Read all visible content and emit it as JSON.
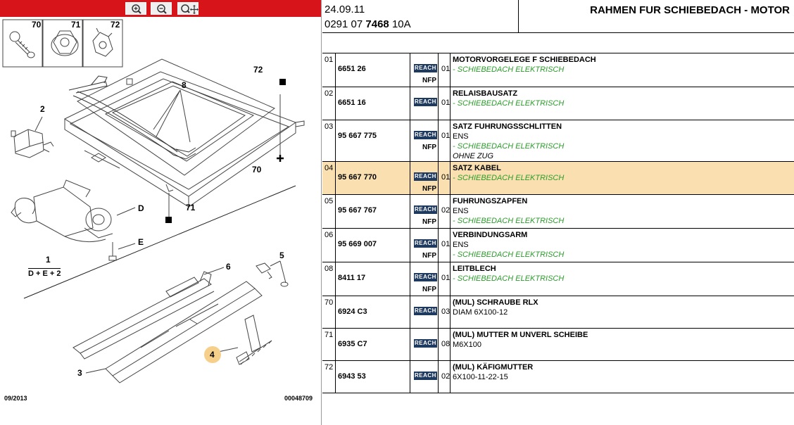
{
  "toolbar": {
    "zoom_in_label": "Zoom in",
    "zoom_out_label": "Zoom out",
    "zoom_fit_label": "Pan / fit"
  },
  "diagram": {
    "fasteners": [
      {
        "ref": "70",
        "icon": "screw-icon"
      },
      {
        "ref": "71",
        "icon": "flange-nut-icon"
      },
      {
        "ref": "72",
        "icon": "cage-nut-icon"
      }
    ],
    "callouts": {
      "c72": "72",
      "c8": "8",
      "c2": "2",
      "c70": "70",
      "c71": "71",
      "cD": "D",
      "cE": "E",
      "c1": "1",
      "c1sub": "D + E + 2",
      "c5": "5",
      "c6": "6",
      "c3": "3",
      "c4": "4"
    },
    "footer_date": "09/2013",
    "footer_code": "00048709",
    "highlight_color": "#f6d08a"
  },
  "header": {
    "date": "24.09.11",
    "ref_prefix": "0291 07",
    "ref_bold": "7468",
    "ref_suffix": "10A",
    "title": "RAHMEN FUR SCHIEBEDACH - MOTOR"
  },
  "rows": [
    {
      "idx": "01",
      "part": "6651 26",
      "reach": "REACH",
      "qty": "01",
      "nfp": "NFP",
      "title": "MOTORVORGELEGE F SCHIEBEDACH",
      "lines": [
        {
          "t": "g",
          "v": "- SCHIEBEDACH ELEKTRISCH"
        }
      ],
      "height": 48,
      "highlight": false
    },
    {
      "idx": "02",
      "part": "6651 16",
      "reach": "REACH",
      "qty": "01",
      "nfp": "",
      "title": "RELAISBAUSATZ",
      "lines": [
        {
          "t": "g",
          "v": "- SCHIEBEDACH ELEKTRISCH"
        }
      ],
      "height": 47,
      "highlight": false
    },
    {
      "idx": "03",
      "part": "95 667 775",
      "reach": "REACH",
      "qty": "01",
      "nfp": "NFP",
      "title": "SATZ FUHRUNGSSCHLITTEN",
      "lines": [
        {
          "t": "n",
          "v": "ENS"
        },
        {
          "t": "g",
          "v": "- SCHIEBEDACH ELEKTRISCH"
        },
        {
          "t": "i",
          "v": "OHNE ZUG"
        }
      ],
      "height": 59,
      "highlight": false
    },
    {
      "idx": "04",
      "part": "95 667 770",
      "reach": "REACH",
      "qty": "01",
      "nfp": "NFP",
      "title": "SATZ KABEL",
      "lines": [
        {
          "t": "g",
          "v": "- SCHIEBEDACH ELEKTRISCH"
        }
      ],
      "height": 47,
      "highlight": true
    },
    {
      "idx": "05",
      "part": "95 667 767",
      "reach": "REACH",
      "qty": "02",
      "nfp": "NFP",
      "title": "FUHRUNGSZAPFEN",
      "lines": [
        {
          "t": "n",
          "v": "ENS"
        },
        {
          "t": "g",
          "v": "- SCHIEBEDACH ELEKTRISCH"
        }
      ],
      "height": 48,
      "highlight": false
    },
    {
      "idx": "06",
      "part": "95 669 007",
      "reach": "REACH",
      "qty": "01",
      "nfp": "NFP",
      "title": "VERBINDUNGSARM",
      "lines": [
        {
          "t": "n",
          "v": "ENS"
        },
        {
          "t": "g",
          "v": "- SCHIEBEDACH ELEKTRISCH"
        }
      ],
      "height": 48,
      "highlight": false
    },
    {
      "idx": "08",
      "part": "8411 17",
      "reach": "REACH",
      "qty": "01",
      "nfp": "NFP",
      "title": "LEITBLECH",
      "lines": [
        {
          "t": "g",
          "v": "- SCHIEBEDACH ELEKTRISCH"
        }
      ],
      "height": 48,
      "highlight": false
    },
    {
      "idx": "70",
      "part": "6924 C3",
      "reach": "REACH",
      "qty": "03",
      "nfp": "",
      "title": "(MUL) SCHRAUBE RLX",
      "lines": [
        {
          "t": "n",
          "v": "DIAM 6X100-12"
        }
      ],
      "height": 46,
      "highlight": false
    },
    {
      "idx": "71",
      "part": "6935 C7",
      "reach": "REACH",
      "qty": "08",
      "nfp": "",
      "title": "(MUL) MUTTER M UNVERL SCHEIBE",
      "lines": [
        {
          "t": "n",
          "v": "M6X100"
        }
      ],
      "height": 46,
      "highlight": false
    },
    {
      "idx": "72",
      "part": "6943 53",
      "reach": "REACH",
      "qty": "02",
      "nfp": "",
      "title": "(MUL) KÄFIGMUTTER",
      "lines": [
        {
          "t": "n",
          "v": "6X100-11-22-15"
        }
      ],
      "height": 46,
      "highlight": false
    }
  ],
  "colors": {
    "toolbar_red": "#d7141a",
    "highlight_row": "#fae0b0",
    "reach_badge": "#1f3a5f",
    "green_text": "#2a9d2a"
  }
}
